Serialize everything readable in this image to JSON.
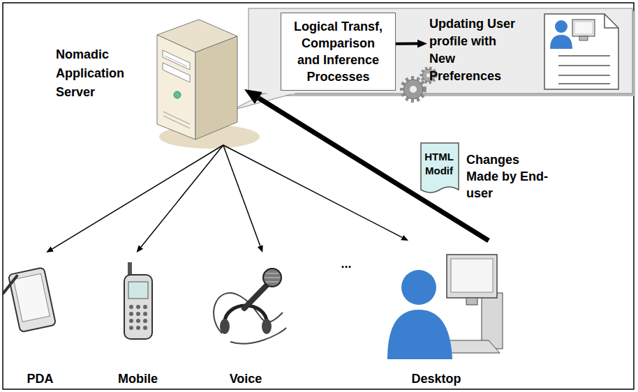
{
  "diagram": {
    "nodes": [
      {
        "text": [
          "Nomadic Application Server"
        ]
      },
      {
        "text": [
          "Logical Transf, Comparison and Inference Processes"
        ]
      },
      {
        "text": [
          "Updating User profile with New Preferences"
        ]
      },
      {
        "text": [
          "PDA"
        ]
      },
      {
        "text": [
          "Mobile"
        ]
      },
      {
        "text": [
          "Voice"
        ]
      },
      {
        "text": [
          "Desktop"
        ]
      },
      {
        "text": [
          "HTML Modif",
          "Changes Made by End-user"
        ]
      }
    ],
    "edges": [
      {
        "from": 1,
        "to": 2,
        "arrow": "to"
      },
      {
        "from": 0,
        "to": 3,
        "arrow": "to"
      },
      {
        "from": 0,
        "to": 4,
        "arrow": "to"
      },
      {
        "from": 0,
        "to": 5,
        "arrow": "to"
      },
      {
        "from": 0,
        "to": 6,
        "arrow": "to"
      },
      {
        "from": 6,
        "to": 0,
        "arrow": "to"
      }
    ],
    "labels": [
      "..."
    ]
  }
}
